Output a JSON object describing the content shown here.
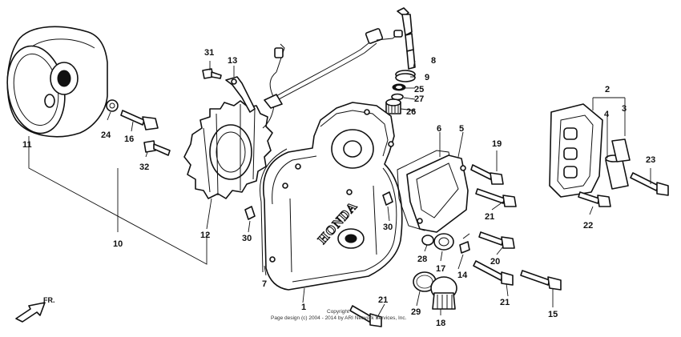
{
  "brand_text": "HONDA",
  "front_arrow_label": "FR.",
  "copyright_line1": "Copyright",
  "copyright_line2": "Page design (c) 2004 - 2014 by ARI Network Services, Inc.",
  "callouts": [
    {
      "id": "c1",
      "text": "1"
    },
    {
      "id": "c2",
      "text": "2"
    },
    {
      "id": "c3",
      "text": "3"
    },
    {
      "id": "c4",
      "text": "4"
    },
    {
      "id": "c5",
      "text": "5"
    },
    {
      "id": "c6",
      "text": "6"
    },
    {
      "id": "c7",
      "text": "7"
    },
    {
      "id": "c8",
      "text": "8"
    },
    {
      "id": "c9",
      "text": "9"
    },
    {
      "id": "c10",
      "text": "10"
    },
    {
      "id": "c11",
      "text": "11"
    },
    {
      "id": "c12",
      "text": "12"
    },
    {
      "id": "c13",
      "text": "13"
    },
    {
      "id": "c14",
      "text": "14"
    },
    {
      "id": "c15",
      "text": "15"
    },
    {
      "id": "c16",
      "text": "16"
    },
    {
      "id": "c17",
      "text": "17"
    },
    {
      "id": "c18",
      "text": "18"
    },
    {
      "id": "c19",
      "text": "19"
    },
    {
      "id": "c20",
      "text": "20"
    },
    {
      "id": "c21a",
      "text": "21"
    },
    {
      "id": "c21b",
      "text": "21"
    },
    {
      "id": "c21c",
      "text": "21"
    },
    {
      "id": "c22",
      "text": "22"
    },
    {
      "id": "c23",
      "text": "23"
    },
    {
      "id": "c24",
      "text": "24"
    },
    {
      "id": "c25",
      "text": "25"
    },
    {
      "id": "c26",
      "text": "26"
    },
    {
      "id": "c27",
      "text": "27"
    },
    {
      "id": "c28",
      "text": "28"
    },
    {
      "id": "c29",
      "text": "29"
    },
    {
      "id": "c30a",
      "text": "30"
    },
    {
      "id": "c30b",
      "text": "30"
    },
    {
      "id": "c31",
      "text": "31"
    },
    {
      "id": "c32",
      "text": "32"
    }
  ]
}
